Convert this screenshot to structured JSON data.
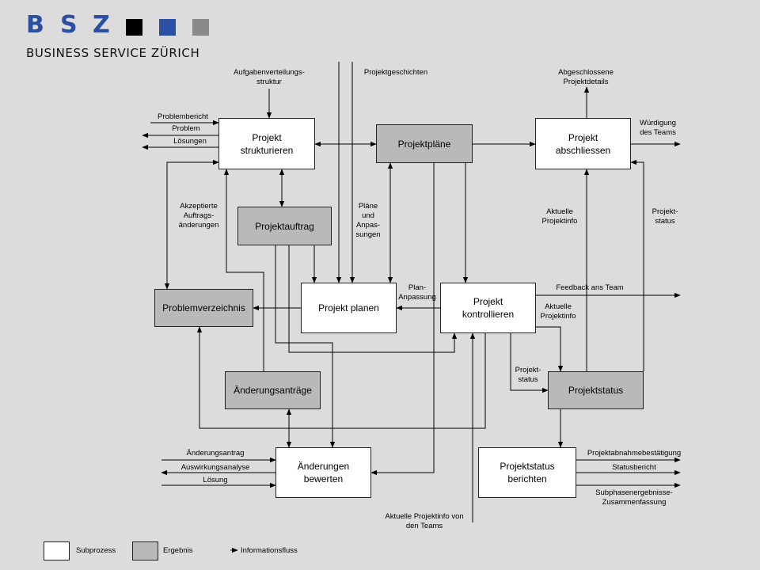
{
  "logo": {
    "letters": [
      "B",
      "S",
      "Z"
    ],
    "subtitle": "BUSINESS SERVICE ZÜRICH",
    "colors": [
      "#000000",
      "#2b4fa3",
      "#8a8a8a"
    ]
  },
  "boxes": {
    "strukturieren": "Projekt\nstrukturieren",
    "plaene": "Projektpläne",
    "abschliessen": "Projekt\nabschliessen",
    "auftrag": "Projektauftrag",
    "problemverzeichnis": "Problemverzeichnis",
    "planen": "Projekt planen",
    "kontrollieren": "Projekt\nkontrollieren",
    "aenderungsantraege": "Änderungsanträge",
    "projektstatus": "Projektstatus",
    "bewerten": "Änderungen\nbewerten",
    "statusberichten": "Projektstatus\nberichten"
  },
  "labels": {
    "aufgabenverteilung": "Aufgabenverteilungs-\nstruktur",
    "projektgeschichten": "Projektgeschichten",
    "abgeschlossene": "Abgeschlossene\nProjektdetails",
    "problembericht": "Problembericht",
    "problem": "Problem",
    "loesungen": "Lösungen",
    "wuerdigung": "Würdigung\ndes Teams",
    "akzeptierte": "Akzeptierte\nAuftrags-\nänderungen",
    "plaene_anpassungen": "Pläne\nund\nAnpas-\nsungen",
    "aktuelle1": "Aktuelle\nProjektinfo",
    "projektstatus_r": "Projekt-\nstatus",
    "plan_anpassung": "Plan-\nAnpassung",
    "feedback": "Feedback ans Team",
    "aktuelle2": "Aktuelle\nProjektinfo",
    "projektstatus_m": "Projekt-\nstatus",
    "aenderungsantrag": "Änderungsantrag",
    "auswirkungsanalyse": "Auswirkungsanalyse",
    "loesung": "Lösung",
    "projektabnahme": "Projektabnahmebestätigung",
    "statusbericht": "Statusbericht",
    "subphasen": "Subphasenergebnisse-\nZusammenfassung",
    "aktuelle_team": "Aktuelle Projektinfo von\nden Teams"
  },
  "legend": {
    "subprozess": "Subprozess",
    "ergebnis": "Ergebnis",
    "informationsfluss": "Informationsfluss"
  },
  "colors": {
    "background": "#dcdcdc",
    "subprocess_fill": "#ffffff",
    "result_fill": "#b9b9b9",
    "brand_blue": "#2b4fa3"
  }
}
